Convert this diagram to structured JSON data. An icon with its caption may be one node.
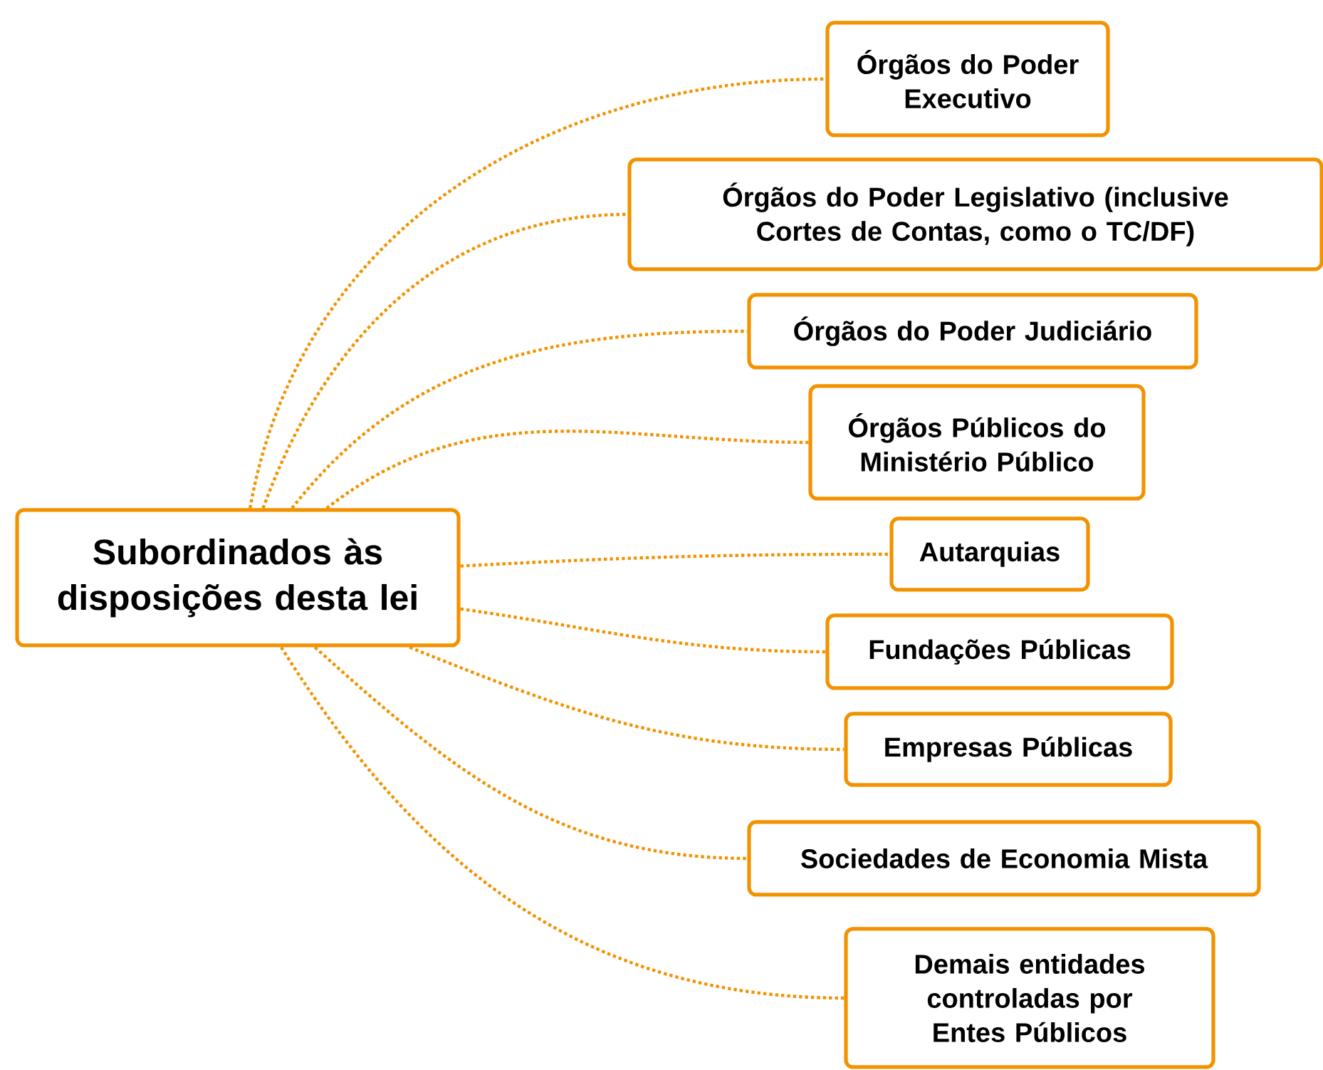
{
  "diagram": {
    "nodes": [
      {
        "text": [
          "Subordinados às disposições desta lei"
        ]
      },
      {
        "text": [
          "Órgãos do Poder Executivo"
        ]
      },
      {
        "text": [
          "Órgãos do Poder Legislativo (inclusive Cortes de Contas, como o TC/DF)"
        ]
      },
      {
        "text": [
          "Órgãos do Poder Judiciário"
        ]
      },
      {
        "text": [
          "Órgãos Públicos do Ministério Público"
        ]
      },
      {
        "text": [
          "Autarquias"
        ]
      },
      {
        "text": [
          "Fundações Públicas"
        ]
      },
      {
        "text": [
          "Empresas Públicas"
        ]
      },
      {
        "text": [
          "Sociedades de Economia Mista"
        ]
      },
      {
        "text": [
          "Demais entidades controladas por Entes Públicos"
        ]
      }
    ],
    "edges": [
      {
        "from": 0,
        "to": 1,
        "arrow": "none"
      },
      {
        "from": 0,
        "to": 2,
        "arrow": "none"
      },
      {
        "from": 0,
        "to": 3,
        "arrow": "none"
      },
      {
        "from": 0,
        "to": 4,
        "arrow": "none"
      },
      {
        "from": 0,
        "to": 5,
        "arrow": "none"
      },
      {
        "from": 0,
        "to": 6,
        "arrow": "none"
      },
      {
        "from": 0,
        "to": 7,
        "arrow": "none"
      },
      {
        "from": 0,
        "to": 8,
        "arrow": "none"
      },
      {
        "from": 0,
        "to": 9,
        "arrow": "none"
      }
    ]
  }
}
